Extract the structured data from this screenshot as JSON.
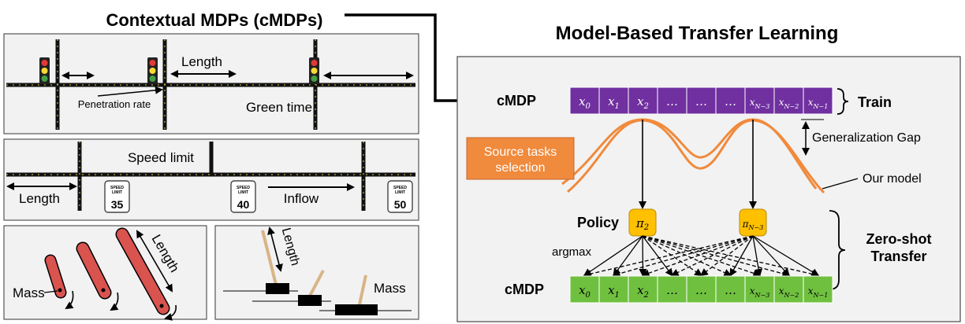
{
  "left": {
    "title": "Contextual MDPs (cMDPs)",
    "traffic": {
      "length": "Length",
      "penetration_rate": "Penetration rate",
      "green_time": "Green time"
    },
    "highway": {
      "speed_limit": "Speed limit",
      "length": "Length",
      "inflow": "Inflow",
      "sign_text_1": "SPEED",
      "sign_text_2": "LIMIT",
      "signs": [
        "35",
        "40",
        "50"
      ]
    },
    "pendulum": {
      "length": "Length",
      "mass": "Mass"
    },
    "cartpole": {
      "length": "Length",
      "mass": "Mass"
    }
  },
  "right": {
    "title": "Model-Based Transfer Learning",
    "cmdp_label": "cMDP",
    "cells": [
      {
        "base": "x",
        "sub": "0"
      },
      {
        "base": "x",
        "sub": "1"
      },
      {
        "base": "x",
        "sub": "2"
      },
      {
        "base": "…",
        "sub": ""
      },
      {
        "base": "…",
        "sub": ""
      },
      {
        "base": "…",
        "sub": ""
      },
      {
        "base": "x",
        "sub": "N−3"
      },
      {
        "base": "x",
        "sub": "N−2"
      },
      {
        "base": "x",
        "sub": "N−1"
      }
    ],
    "train": "Train",
    "source_tasks_1": "Source tasks",
    "source_tasks_2": "selection",
    "generalization_gap": "Generalization Gap",
    "our_model": "Our model",
    "policy": "Policy",
    "pi_a": {
      "base": "π",
      "sub": "2"
    },
    "pi_b": {
      "base": "π",
      "sub": "N−3"
    },
    "argmax": "argmax",
    "zero_shot_1": "Zero-shot",
    "zero_shot_2": "Transfer",
    "colors": {
      "purple": "#7030a0",
      "green": "#70c040",
      "orange": "#f08a3c",
      "policy": "#ffc000",
      "red_rod": "#d9534f",
      "panel_bg": "#f2f2f2"
    }
  }
}
